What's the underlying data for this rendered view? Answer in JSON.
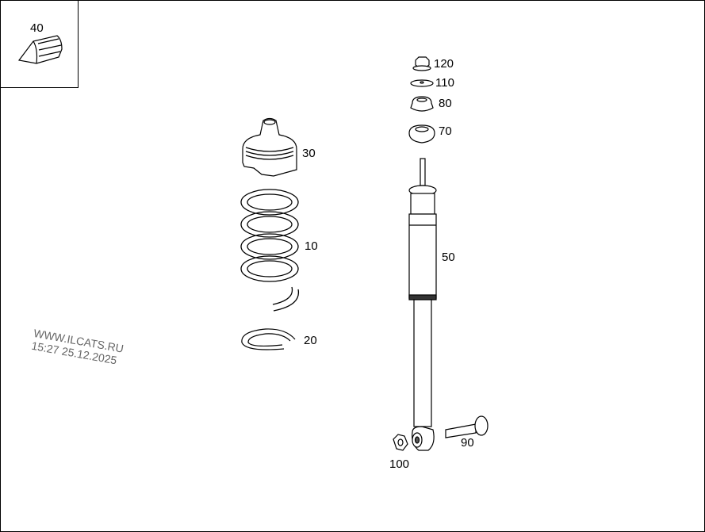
{
  "diagram": {
    "inset": {
      "part": "40"
    },
    "parts": [
      {
        "id": "120",
        "label": "120",
        "desc": "flange nut"
      },
      {
        "id": "110",
        "label": "110",
        "desc": "washer"
      },
      {
        "id": "80",
        "label": "80",
        "desc": "rubber mount upper"
      },
      {
        "id": "70",
        "label": "70",
        "desc": "rubber mount lower"
      },
      {
        "id": "30",
        "label": "30",
        "desc": "dust boot / bump stop"
      },
      {
        "id": "10",
        "label": "10",
        "desc": "coil spring"
      },
      {
        "id": "20",
        "label": "20",
        "desc": "spring seat ring"
      },
      {
        "id": "50",
        "label": "50",
        "desc": "shock absorber"
      },
      {
        "id": "90",
        "label": "90",
        "desc": "bolt"
      },
      {
        "id": "100",
        "label": "100",
        "desc": "nut"
      }
    ],
    "watermark": {
      "line1": "WWW.ILCATS.RU",
      "line2": "15:27 25.12.2025"
    }
  }
}
